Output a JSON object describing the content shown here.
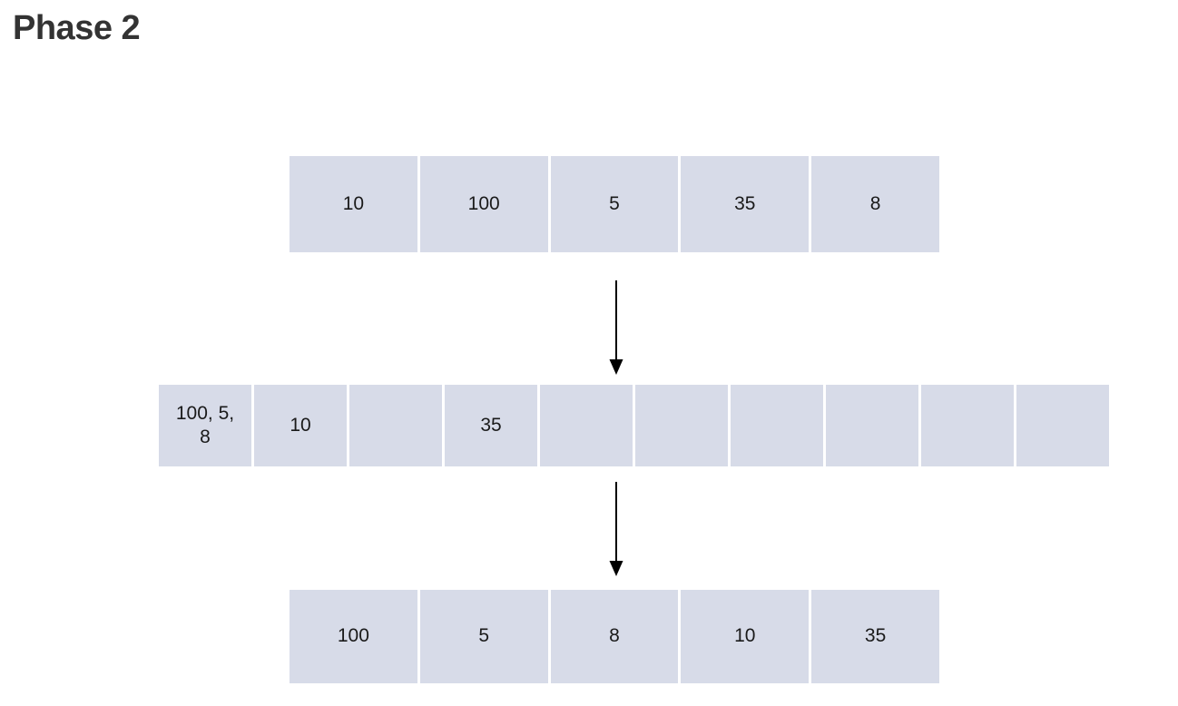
{
  "title": "Phase 2",
  "colors": {
    "page_background": "#ffffff",
    "cell_background": "#d7dbe8",
    "cell_separator": "#ffffff",
    "cell_text": "#1a1a1a",
    "title_text": "#333333",
    "arrow": "#000000"
  },
  "diagram": {
    "rows": [
      {
        "id": "input-array",
        "cells": [
          "10",
          "100",
          "5",
          "35",
          "8"
        ]
      },
      {
        "id": "buckets",
        "cells": [
          "100, 5, 8",
          "10",
          "",
          "35",
          "",
          "",
          "",
          "",
          "",
          ""
        ]
      },
      {
        "id": "sorted-array",
        "cells": [
          "100",
          "5",
          "8",
          "10",
          "35"
        ]
      }
    ],
    "arrows": [
      {
        "icon": "down-arrow"
      },
      {
        "icon": "down-arrow"
      }
    ]
  }
}
